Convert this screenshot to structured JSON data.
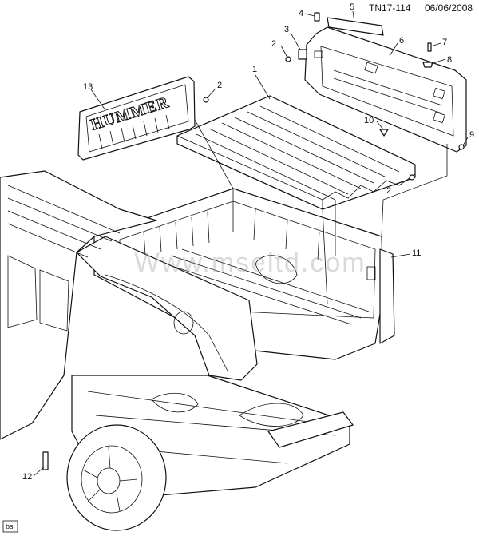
{
  "header": {
    "diagram_id": "TN17-114",
    "date": "06/06/2008"
  },
  "watermark": "Www.mseltd.com",
  "logo_text": "HUMMER",
  "corner_badge": "bs",
  "callouts": [
    {
      "id": "c1",
      "label": "1"
    },
    {
      "id": "c2a",
      "label": "2"
    },
    {
      "id": "c2b",
      "label": "2"
    },
    {
      "id": "c2c",
      "label": "2"
    },
    {
      "id": "c3",
      "label": "3"
    },
    {
      "id": "c4",
      "label": "4"
    },
    {
      "id": "c5",
      "label": "5"
    },
    {
      "id": "c6",
      "label": "6"
    },
    {
      "id": "c7",
      "label": "7"
    },
    {
      "id": "c8",
      "label": "8"
    },
    {
      "id": "c9",
      "label": "9"
    },
    {
      "id": "c10",
      "label": "10"
    },
    {
      "id": "c11",
      "label": "11"
    },
    {
      "id": "c12",
      "label": "12"
    },
    {
      "id": "c13",
      "label": "13"
    }
  ]
}
